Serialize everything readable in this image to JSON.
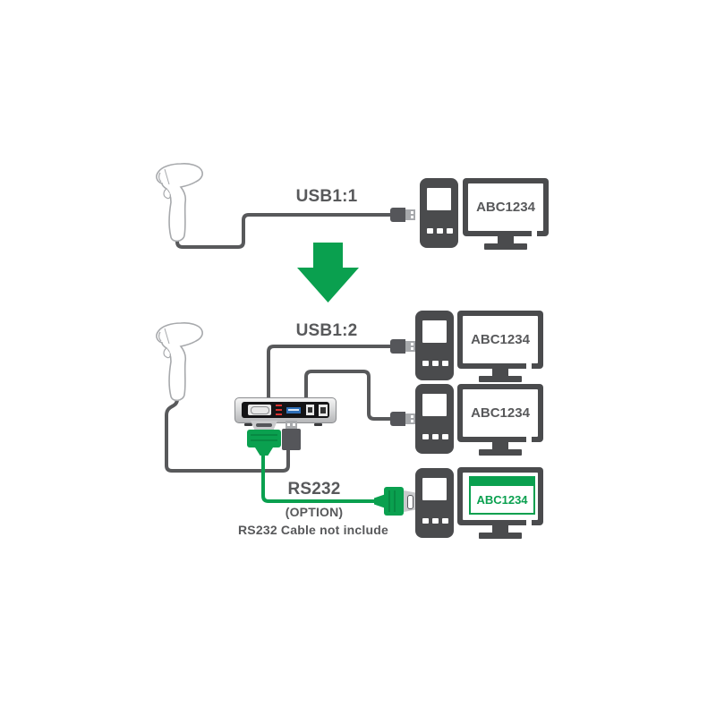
{
  "colors": {
    "green": "#0aa04f",
    "device_gray": "#4a4b4d",
    "line_gray": "#58595b"
  },
  "before": {
    "cable_label": "USB1:1",
    "screen_text": "ABC1234"
  },
  "after": {
    "cable_label": "USB1:2",
    "computers": [
      {
        "screen_text": "ABC1234"
      },
      {
        "screen_text": "ABC1234"
      },
      {
        "screen_text": "ABC1234",
        "highlight": true
      }
    ],
    "rs232_label": "RS232",
    "rs232_option": "(OPTION)",
    "rs232_note": "RS232 Cable not include"
  }
}
